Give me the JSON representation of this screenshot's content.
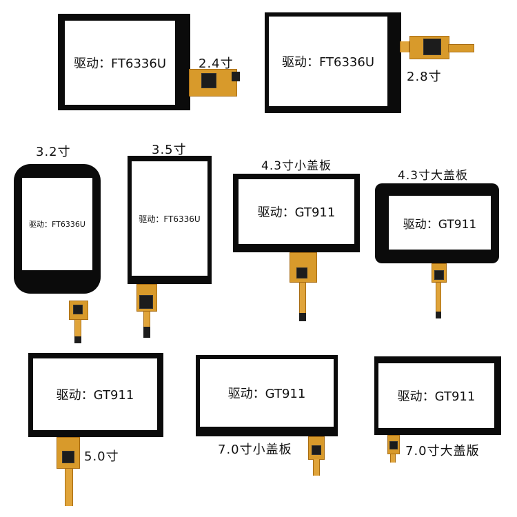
{
  "panels": {
    "p24": {
      "driver": "驱动：FT6336U",
      "size": "2.4寸"
    },
    "p28": {
      "driver": "驱动：FT6336U",
      "size": "2.8寸"
    },
    "p32": {
      "driver": "驱动：FT6336U",
      "size": "3.2寸"
    },
    "p35": {
      "driver": "驱动：FT6336U",
      "size": "3.5寸"
    },
    "p43s": {
      "driver": "驱动：GT911",
      "size": "4.3寸小盖板"
    },
    "p43l": {
      "driver": "驱动：GT911",
      "size": "4.3寸大盖板"
    },
    "p50": {
      "driver": "驱动：GT911",
      "size": "5.0寸"
    },
    "p70s": {
      "driver": "驱动：GT911",
      "size": "7.0寸小盖板"
    },
    "p70l": {
      "driver": "驱动：GT911",
      "size": "7.0寸大盖版"
    }
  },
  "colors": {
    "bezel": "#0b0b0b",
    "screen": "#ffffff",
    "fpc": "#d89a2b",
    "chip": "#1c1c1c"
  }
}
